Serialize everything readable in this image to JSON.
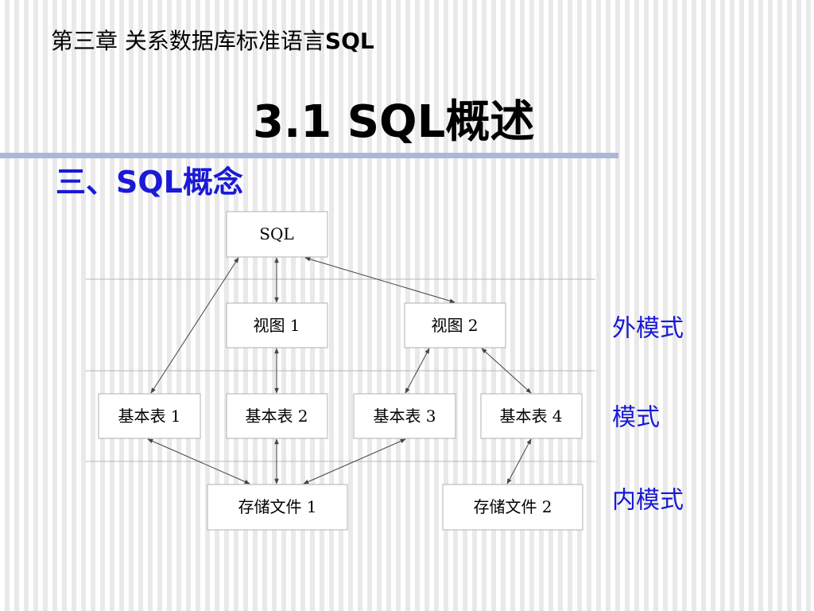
{
  "header": {
    "chapter": "第三章   关系数据库标准语言",
    "chapter_sql": "SQL",
    "title": "3.1  SQL概述"
  },
  "section": {
    "heading": "三、SQL概念"
  },
  "diagram": {
    "nodes": {
      "sql": "SQL",
      "view1": "视图 1",
      "view2": "视图 2",
      "table1": "基本表 1",
      "table2": "基本表 2",
      "table3": "基本表 3",
      "table4": "基本表 4",
      "file1": "存储文件 1",
      "file2": "存储文件 2"
    },
    "levels": {
      "external": "外模式",
      "conceptual": "模式",
      "internal": "内模式"
    }
  },
  "colors": {
    "heading_blue": "#1a1ad6",
    "rule_blue": "#a8b8d6"
  }
}
